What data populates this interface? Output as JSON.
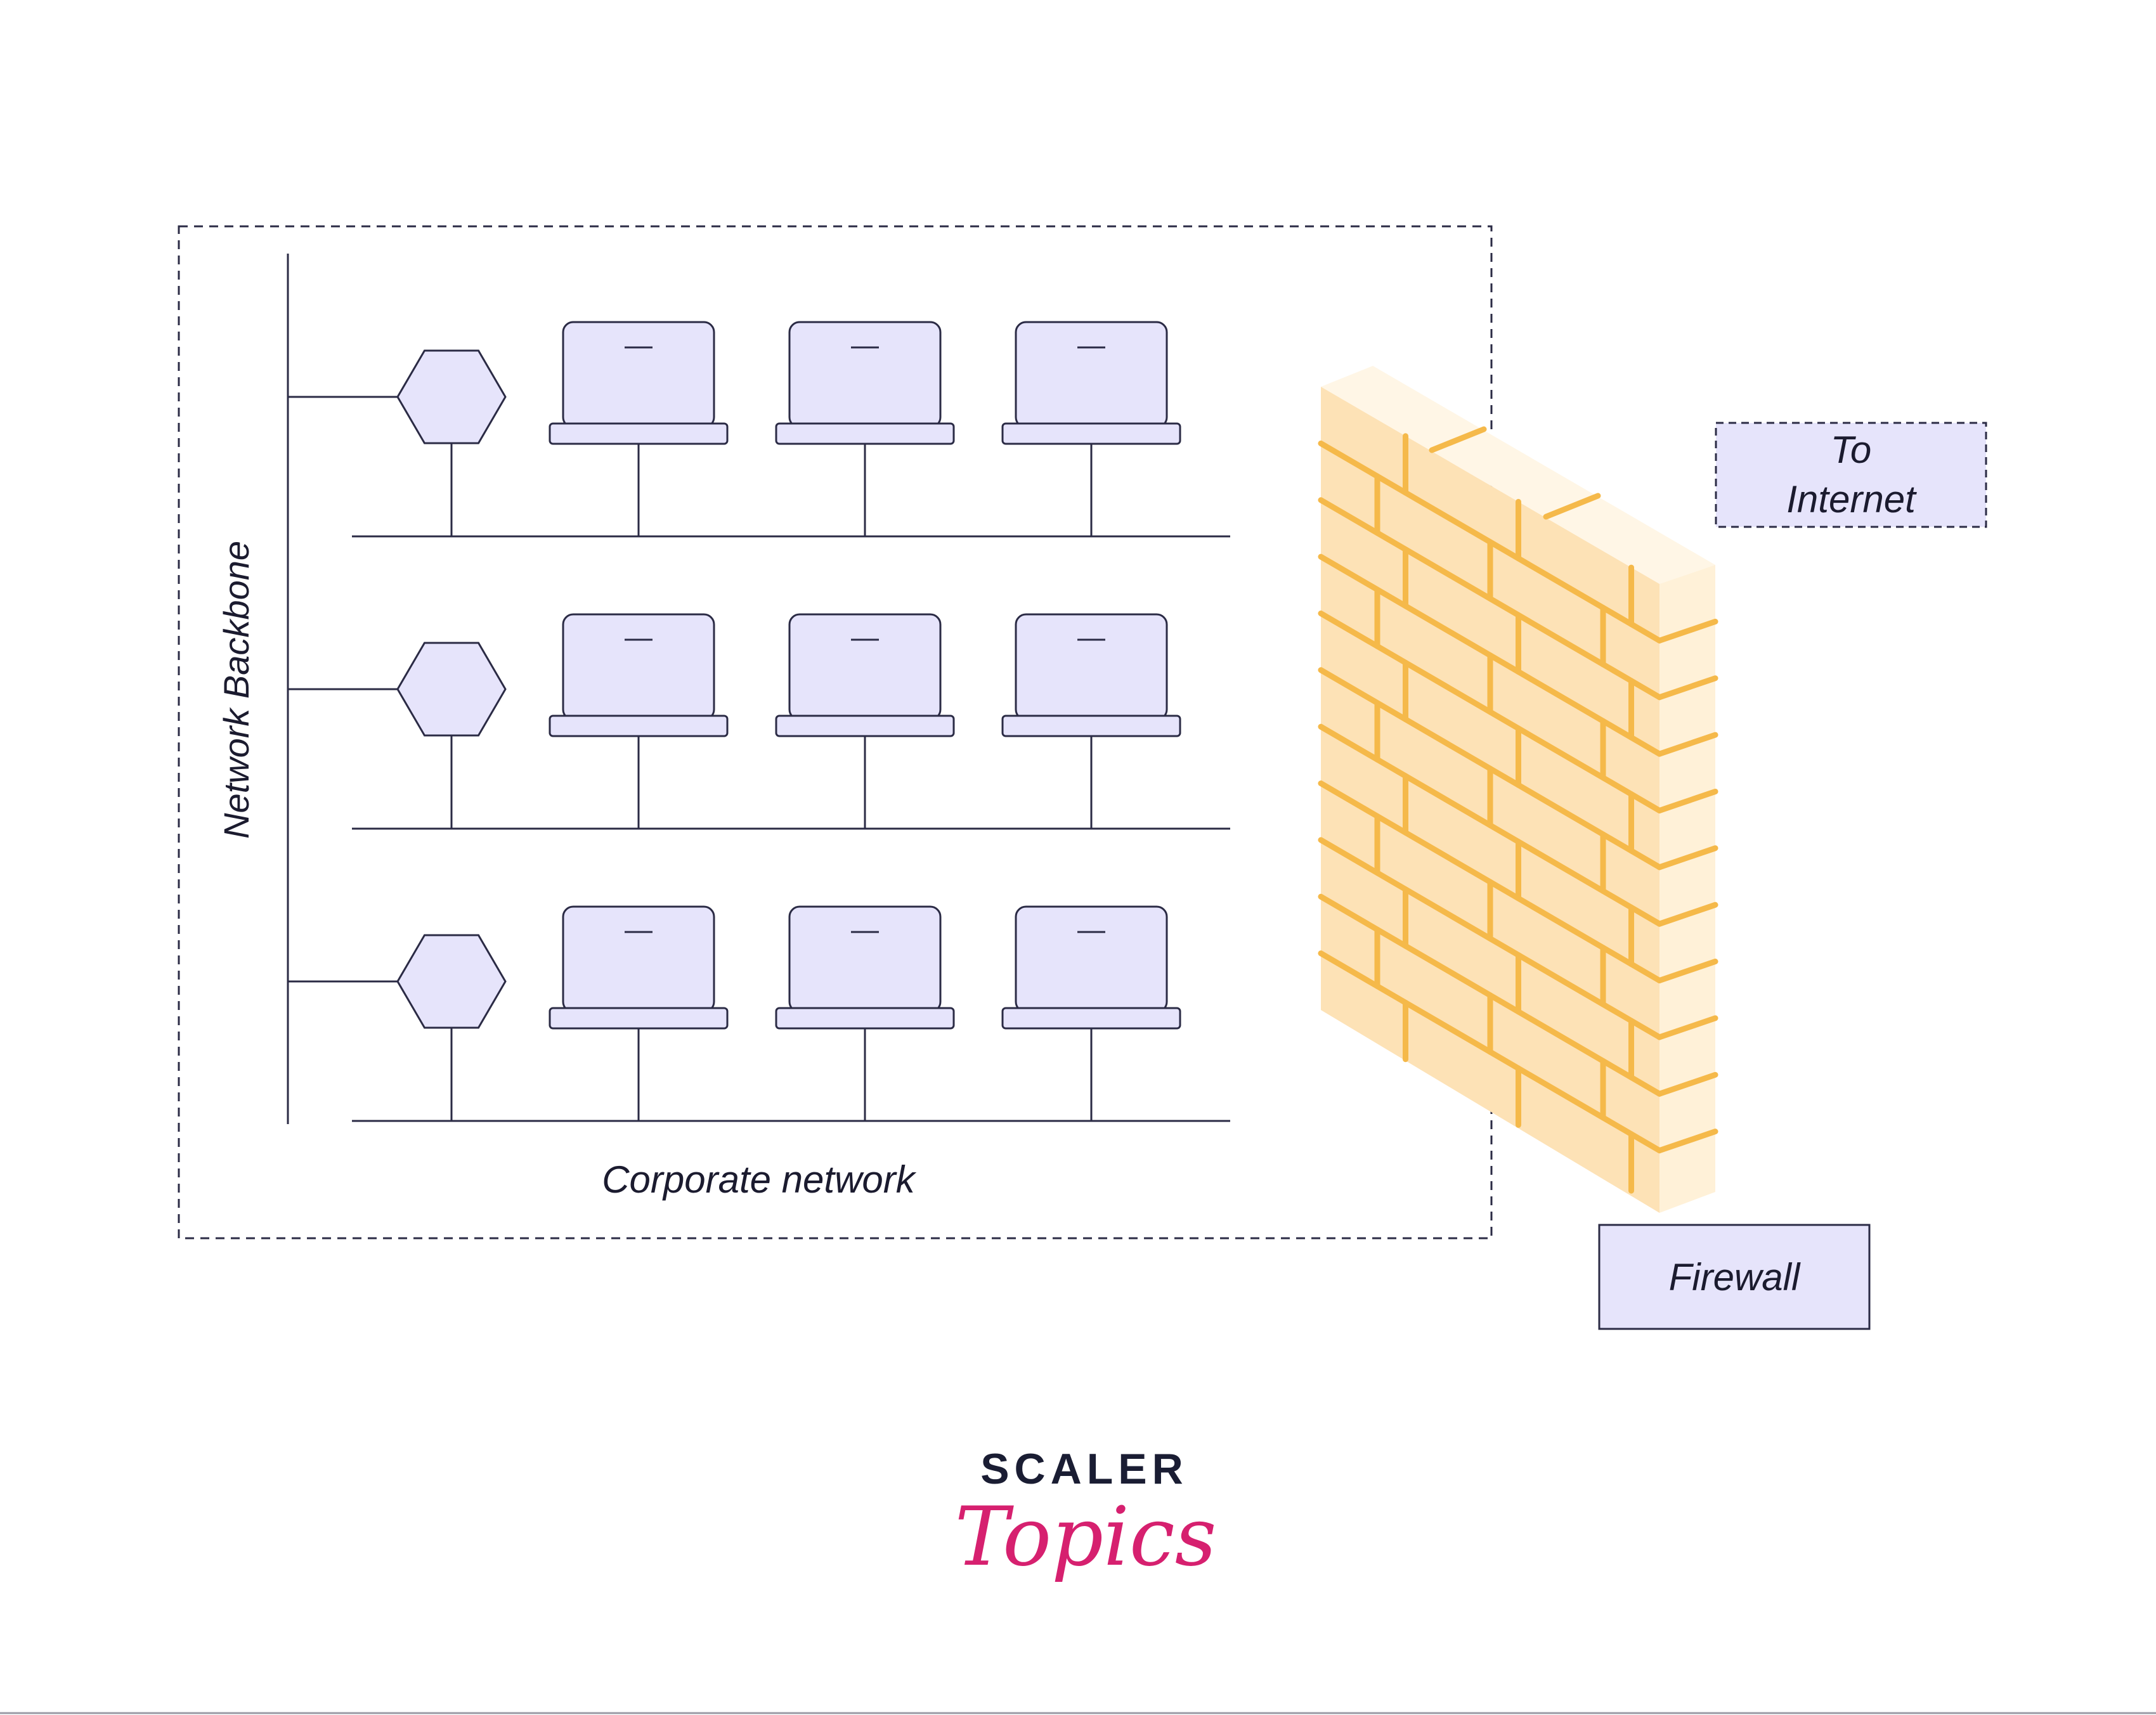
{
  "labels": {
    "network_backbone": "Network Backbone",
    "corporate_network": "Corporate network",
    "to_internet_line1": "To",
    "to_internet_line2": "Internet",
    "firewall": "Firewall"
  },
  "logo": {
    "line1": "SCALER",
    "line2": "Topics"
  },
  "network": {
    "segments": 3,
    "laptops_per_segment": 3,
    "hub_icon": "hexagon-hub-icon",
    "device_icon": "laptop-icon"
  },
  "colors": {
    "line": "#2b2b45",
    "device_fill": "#e6e4fb",
    "brick_front": "#fde2b6",
    "brick_side": "#fff1d8",
    "brick_top": "#fff6e6",
    "mortar": "#f5b94a",
    "logo_dark": "#1a1d33",
    "logo_pink": "#d6206f"
  }
}
